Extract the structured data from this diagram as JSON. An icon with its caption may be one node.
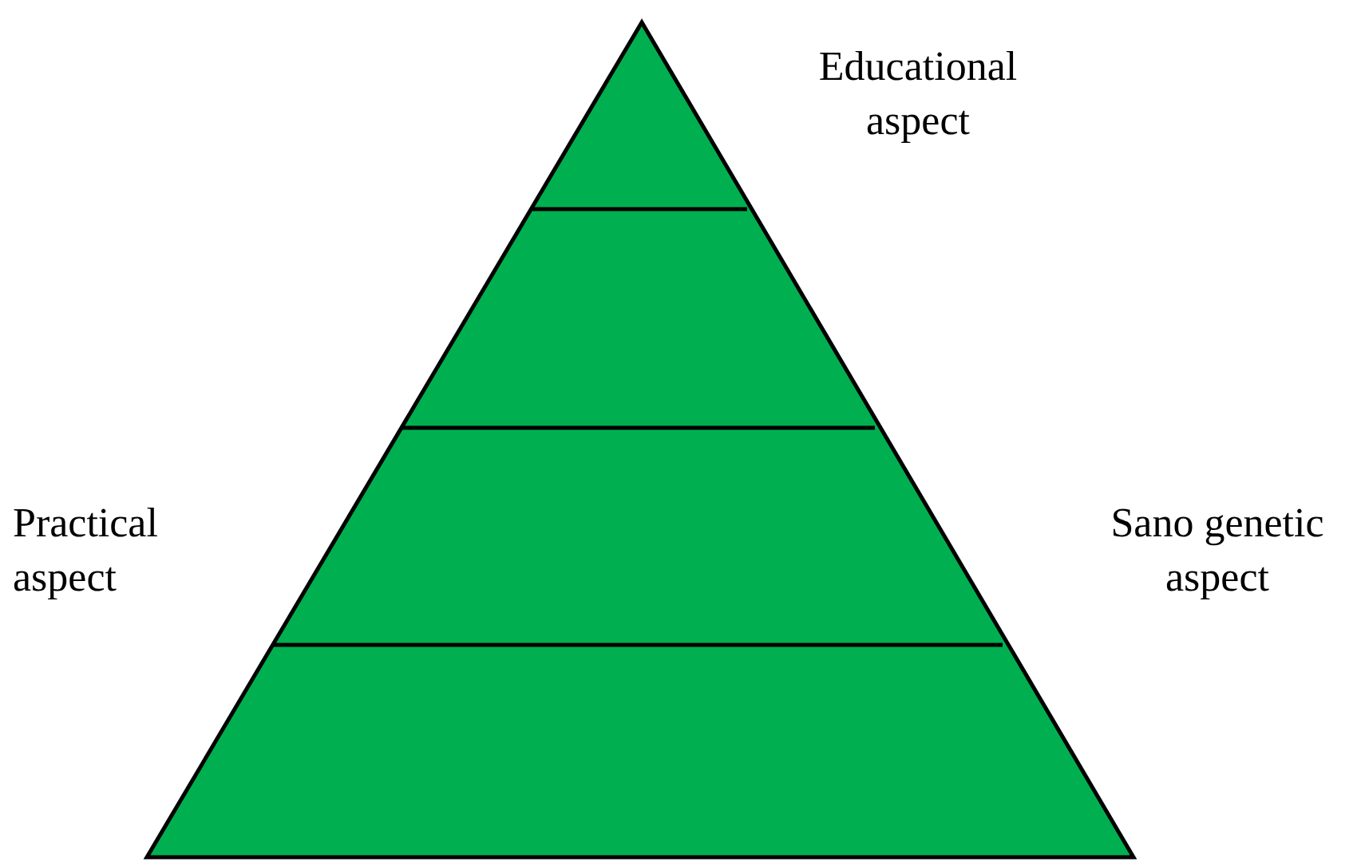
{
  "diagram": {
    "labels": [
      "Educational aspect",
      "Practical aspect",
      "Sano genetic aspect"
    ]
  }
}
